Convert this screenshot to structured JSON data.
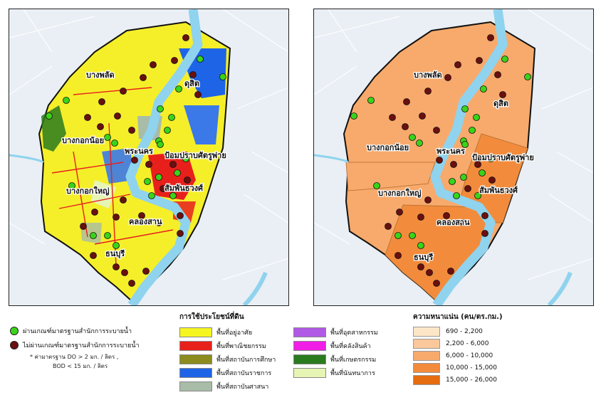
{
  "map_left": {
    "districts": [
      {
        "id": "bang-phlat",
        "label": "บางพลัด"
      },
      {
        "id": "dusit",
        "label": "ดุสิต"
      },
      {
        "id": "bangkok-noi",
        "label": "บางกอกน้อย"
      },
      {
        "id": "phra-nakhon",
        "label": "พระนคร"
      },
      {
        "id": "pom-prap",
        "label": "ป้อมปราบศัตรูพ่าย"
      },
      {
        "id": "samphanthawong",
        "label": "สัมพันธวงศ์"
      },
      {
        "id": "bangkok-yai",
        "label": "บางกอกใหญ่"
      },
      {
        "id": "khlong-san",
        "label": "คลองสาน"
      },
      {
        "id": "thon-buri",
        "label": "ธนบุรี"
      }
    ]
  },
  "map_right": {
    "districts": [
      {
        "id": "bang-phlat",
        "label": "บางพลัด"
      },
      {
        "id": "dusit",
        "label": "ดุสิต"
      },
      {
        "id": "bangkok-noi",
        "label": "บางกอกน้อย"
      },
      {
        "id": "phra-nakhon",
        "label": "พระนคร"
      },
      {
        "id": "pom-prap",
        "label": "ป้อมปราบศัตรูพ่าย"
      },
      {
        "id": "samphanthawong",
        "label": "สัมพันธวงศ์"
      },
      {
        "id": "bangkok-yai",
        "label": "บางกอกใหญ่"
      },
      {
        "id": "khlong-san",
        "label": "คลองสาน"
      },
      {
        "id": "thon-buri",
        "label": "ธนบุรี"
      }
    ]
  },
  "legend_points": {
    "pass_label": "ผ่านเกณฑ์มาตรฐานสำนักการระบายน้ำ",
    "fail_label": "ไม่ผ่านเกณฑ์มาตรฐานสำนักการระบายน้ำ",
    "pass_color": "#39d41a",
    "fail_color": "#6b0f0f",
    "note_line1": "* ค่ามาตรฐาน DO > 2 มก. / ลิตร ,",
    "note_line2": "BOD < 15 มก. / ลิตร"
  },
  "legend_landuse": {
    "title": "การใช้ประโยชน์ที่ดิน",
    "items": [
      {
        "label": "พื้นที่อยู่อาศัย",
        "color": "#f5f520"
      },
      {
        "label": "พื้นที่พาณิชยกรรม",
        "color": "#e8201c"
      },
      {
        "label": "พื้นที่สถาบันการศึกษา",
        "color": "#8c8c1e"
      },
      {
        "label": "พื้นที่สถาบันราชการ",
        "color": "#1e64e6"
      },
      {
        "label": "พื้นที่สถาบันศาสนา",
        "color": "#a8bca8"
      },
      {
        "label": "พื้นที่อุตสาหกรรม",
        "color": "#b05ae6"
      },
      {
        "label": "พื้นที่คลังสินค้า",
        "color": "#f01ee6"
      },
      {
        "label": "พื้นที่เกษตรกรรม",
        "color": "#2a7a1e"
      },
      {
        "label": "พื้นที่นันทนาการ",
        "color": "#e6f5b4"
      }
    ]
  },
  "legend_density": {
    "title": "ความหนาแน่น (คน/ตร.กม.)",
    "items": [
      {
        "label": "690 - 2,200",
        "color": "#fde6c8"
      },
      {
        "label": "2,200 - 6,000",
        "color": "#fac89a"
      },
      {
        "label": "6,000 - 10,000",
        "color": "#f7aa6c"
      },
      {
        "label": "10,000 - 15,000",
        "color": "#f28c3c"
      },
      {
        "label": "15,000 - 26,000",
        "color": "#e66c10"
      }
    ]
  }
}
